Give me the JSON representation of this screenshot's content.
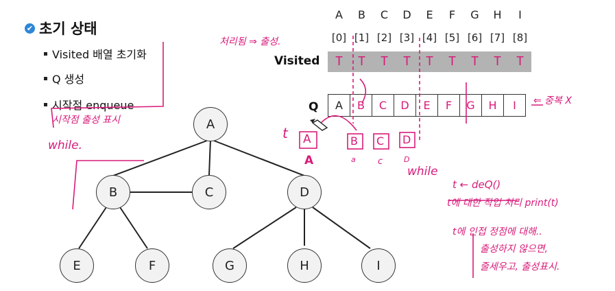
{
  "heading": "초기 상태",
  "bullets": [
    "Visited 배열 초기화",
    "Q 생성",
    "시작점 enqueue"
  ],
  "columns": [
    "A",
    "B",
    "C",
    "D",
    "E",
    "F",
    "G",
    "H",
    "I"
  ],
  "indices": [
    "[0]",
    "[1]",
    "[2]",
    "[3]",
    "[4]",
    "[5]",
    "[6]",
    "[7]",
    "[8]"
  ],
  "visited_label": "Visited",
  "visited": [
    "T",
    "T",
    "T",
    "T",
    "T",
    "T",
    "T",
    "T",
    "T"
  ],
  "queue_label": "Q",
  "queue": [
    "A",
    "B",
    "C",
    "D",
    "E",
    "F",
    "G",
    "H",
    "I"
  ],
  "tree_nodes": [
    "A",
    "B",
    "C",
    "D",
    "E",
    "F",
    "G",
    "H",
    "I"
  ],
  "handwriting": {
    "processed_note": "처리됨 ⇒ 출성.",
    "start_note": "시작점 출성 표시",
    "while_left": "while.",
    "dup_note": "⇐ 중복 X",
    "t_label": "t",
    "t_box": "A",
    "t_below": "A",
    "sub_boxes": [
      "B",
      "C",
      "D"
    ],
    "sub_below": [
      "a",
      "c",
      "D"
    ],
    "while_right": "while",
    "line1": "t ← deQ()",
    "line2": "t에 대한 작업 처리 print(t)",
    "line3": "t에 인접 정점에 대해..",
    "line4": "출성하지 않으면,",
    "line5": "줄세우고, 출성표시."
  }
}
